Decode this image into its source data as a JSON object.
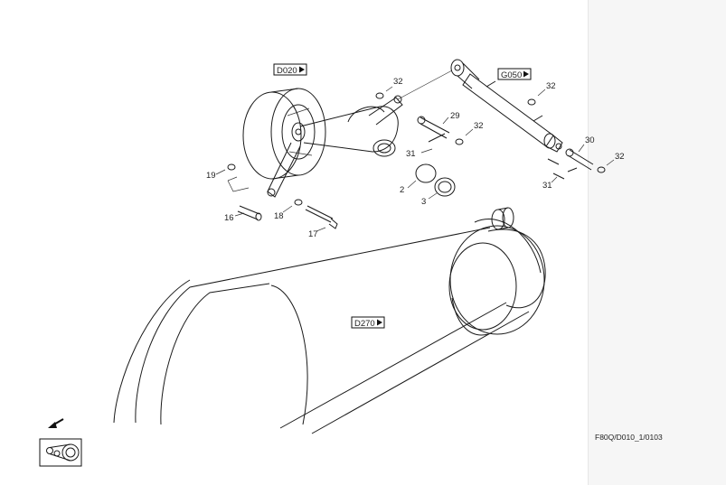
{
  "refs": {
    "idler": "D020",
    "cylinder": "G050",
    "belt": "D270"
  },
  "callouts": {
    "c2": "2",
    "c3": "3",
    "c16": "16",
    "c17": "17",
    "c18": "18",
    "c19": "19",
    "c29": "29",
    "c30": "30",
    "c31a": "31",
    "c31b": "31",
    "c32a": "32",
    "c32b": "32",
    "c32c": "32",
    "c32d": "32"
  },
  "drawing_code": "F80Q/D010_1/0103",
  "icons": {
    "arrow": "direction-arrow-icon",
    "belt_view": "belt-view-icon",
    "ref_arrow": "triangle-right"
  }
}
